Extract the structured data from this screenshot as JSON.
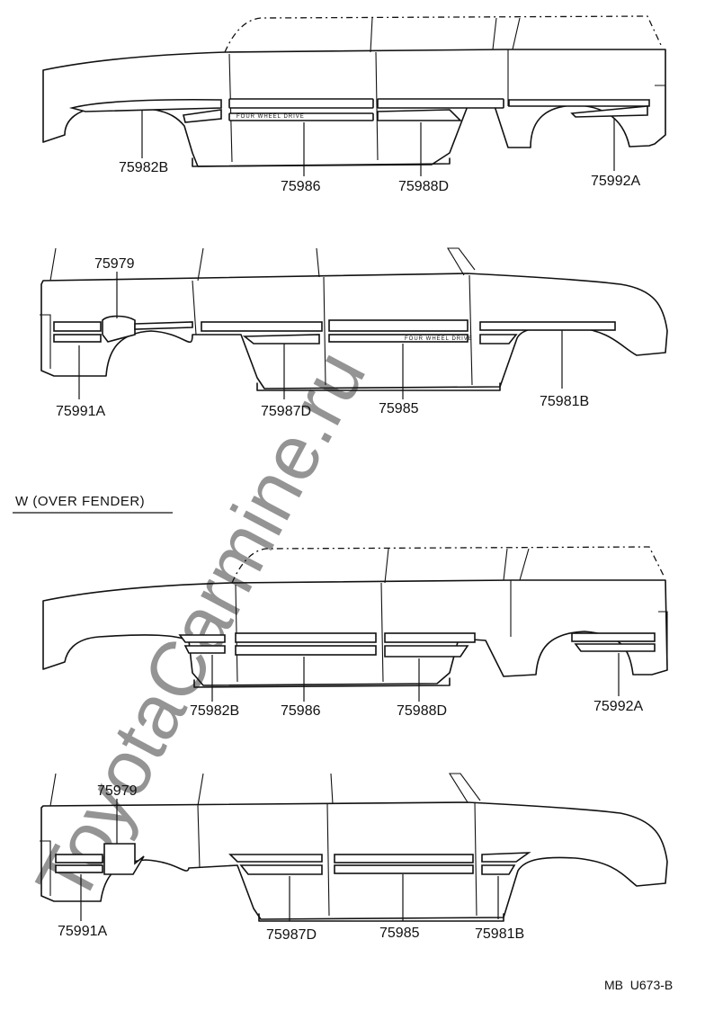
{
  "watermark": "ToyotaCarmine.ru",
  "section_title": "W (OVER FENDER)",
  "emblem_text": "FOUR WHEEL DRIVE",
  "labels": {
    "v1": [
      "75982B",
      "75986",
      "75988D",
      "75992A"
    ],
    "v2": [
      "75979",
      "75991A",
      "75987D",
      "75985",
      "75981B"
    ],
    "v3": [
      "75982B",
      "75986",
      "75988D",
      "75992A"
    ],
    "v4": [
      "75979",
      "75991A",
      "75987D",
      "75985",
      "75981B"
    ]
  },
  "figure_code": "MB  U673-B"
}
